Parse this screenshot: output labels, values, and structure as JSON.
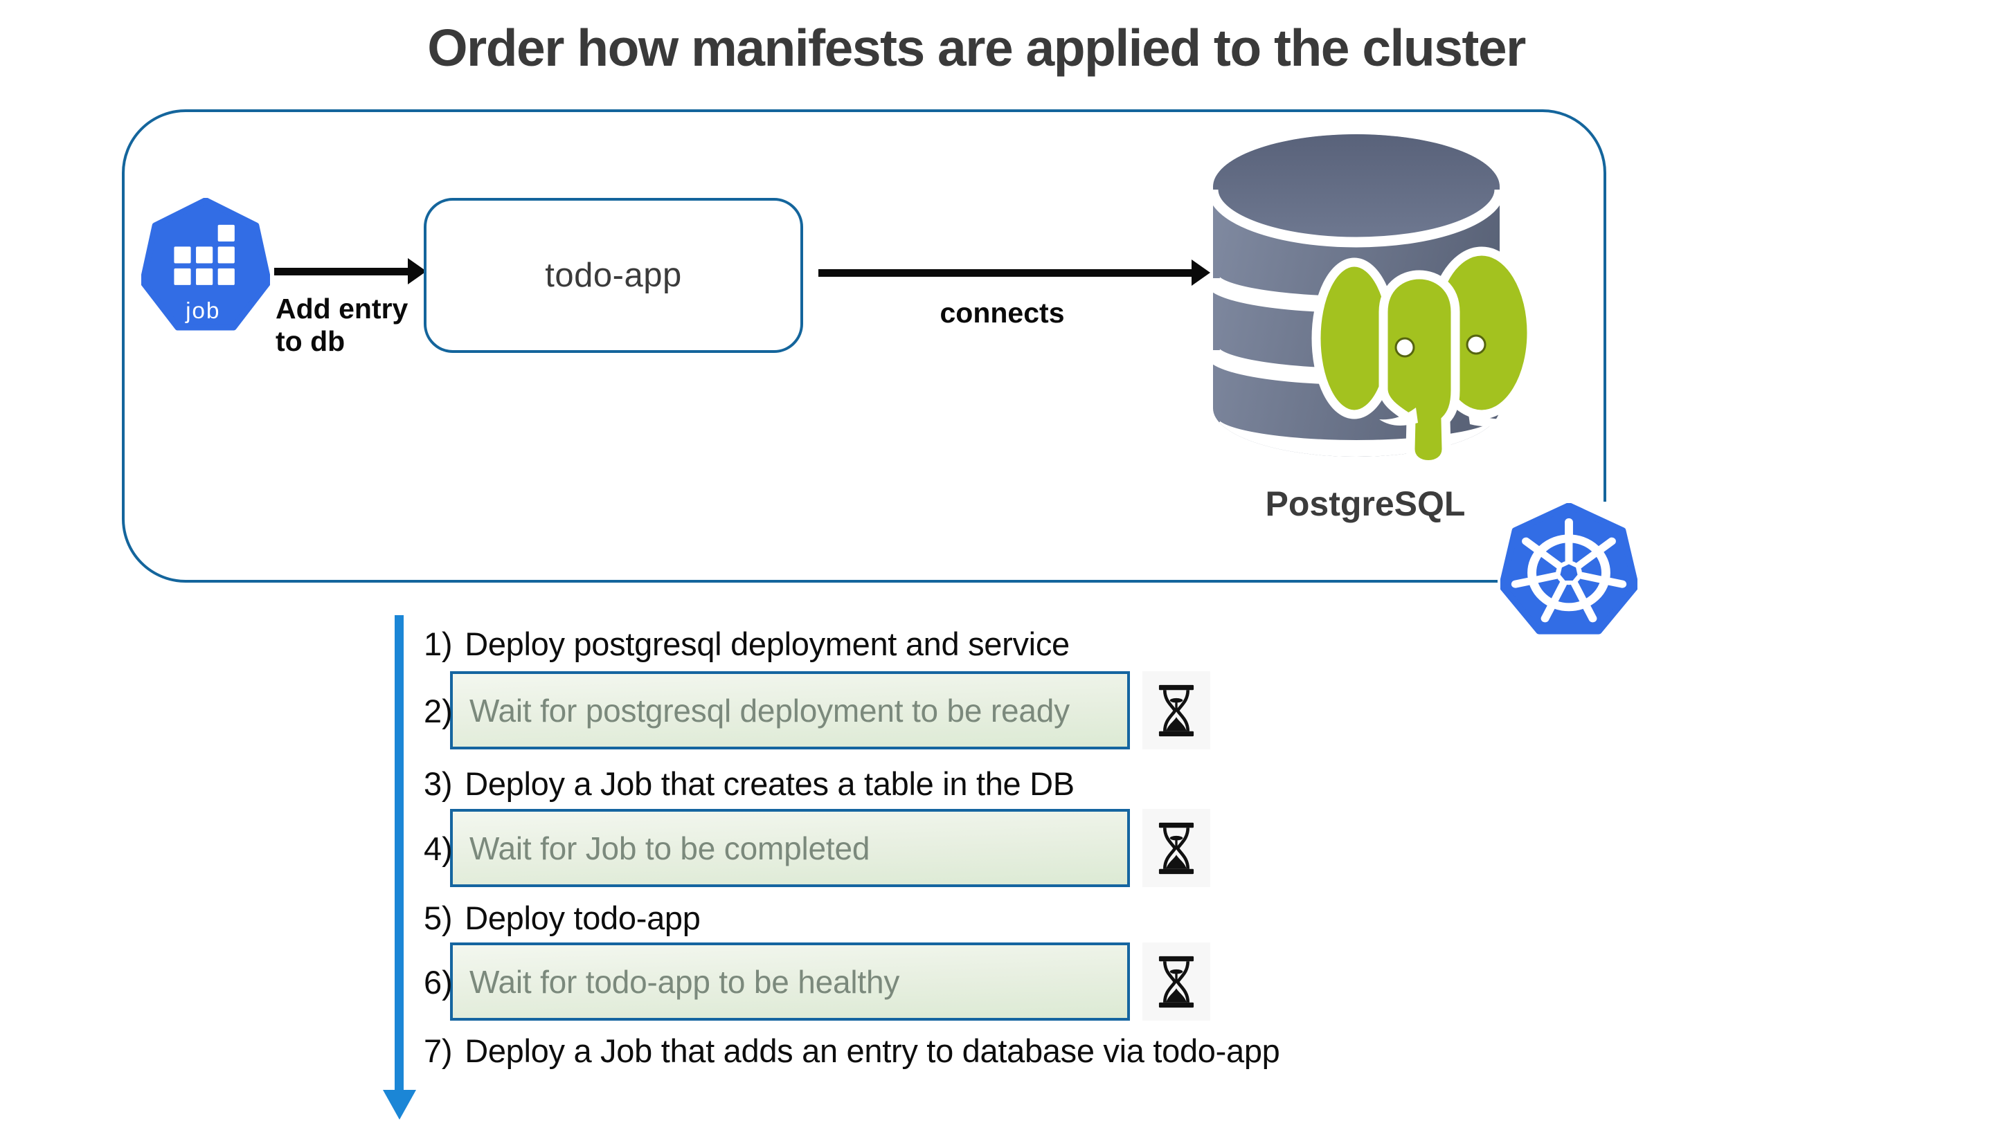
{
  "title": "Order how manifests are applied to the cluster",
  "cluster": {
    "job_icon": {
      "label": "job"
    },
    "arrow1": {
      "label_line1": "Add entry",
      "label_line2": "to db"
    },
    "todo_app": {
      "label": "todo-app"
    },
    "arrow2": {
      "label": "connects"
    },
    "postgres": {
      "label": "PostgreSQL"
    }
  },
  "steps": [
    {
      "num": "1)",
      "text": "Deploy postgresql deployment and service",
      "wait": false
    },
    {
      "num": "2)",
      "text": "Wait for postgresql deployment to be ready",
      "wait": true
    },
    {
      "num": "3)",
      "text": "Deploy a Job that creates a table in the DB",
      "wait": false
    },
    {
      "num": "4)",
      "text": "Wait for Job to be completed",
      "wait": true
    },
    {
      "num": "5)",
      "text": "Deploy todo-app",
      "wait": false
    },
    {
      "num": "6)",
      "text": "Wait for todo-app to be healthy",
      "wait": true
    },
    {
      "num": "7)",
      "text": "Deploy a Job that adds an entry to database via todo-app",
      "wait": false
    }
  ],
  "colors": {
    "kubernetes_blue": "#326de5",
    "postgres_green": "#a3c21f",
    "cluster_border_blue": "#14659c",
    "wait_box_border": "#1565a0",
    "list_arrow_blue": "#1b86d6",
    "title_text": "#3a3a3a"
  }
}
